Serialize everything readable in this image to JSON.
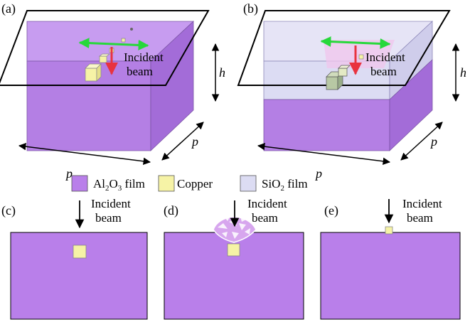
{
  "panels": {
    "a": "(a)",
    "b": "(b)",
    "c": "(c)",
    "d": "(d)",
    "e": "(e)"
  },
  "beam": {
    "line1": "Incident",
    "line2": "beam"
  },
  "dimensions": {
    "height": "h",
    "period": "p"
  },
  "legend": {
    "al2o3": {
      "main": "Al",
      "sub1": "2",
      "mid": "O",
      "sub2": "3",
      "tail": " film"
    },
    "copper": "Copper",
    "sio2": {
      "main": "SiO",
      "sub": "2",
      "tail": " film"
    }
  },
  "colors": {
    "al2o3_front": "#b47fe4",
    "al2o3_top": "#c49af0",
    "al2o3_side": "#a06ad6",
    "al2o3_flat": "#b97fea",
    "copper": "#f6f3a6",
    "sio2": "#dcdcf3",
    "green_arrow": "#27d83a",
    "red_arrow": "#e8333f"
  }
}
